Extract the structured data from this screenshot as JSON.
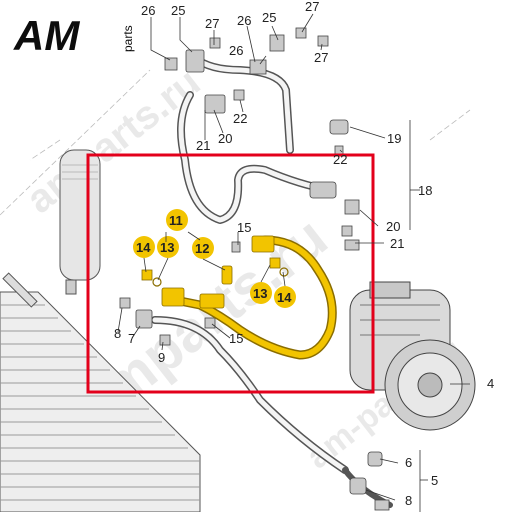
{
  "logo": {
    "brand": "AM",
    "suffix": "parts"
  },
  "watermarks": [
    "amparts.ru",
    "amparts.ru",
    "am-parts.ru"
  ],
  "colors": {
    "highlight_frame": "#e3001b",
    "highlight_part": "#f2c400",
    "hose": "#555555",
    "callout_circle": "#f2c400"
  },
  "callouts_normal": [
    {
      "id": "c26a",
      "text": "26"
    },
    {
      "id": "c25a",
      "text": "25"
    },
    {
      "id": "c27a",
      "text": "27"
    },
    {
      "id": "c26b",
      "text": "26"
    },
    {
      "id": "c25b",
      "text": "25"
    },
    {
      "id": "c26c",
      "text": "26"
    },
    {
      "id": "c27b",
      "text": "27"
    },
    {
      "id": "c27c",
      "text": "27"
    },
    {
      "id": "c22a",
      "text": "22"
    },
    {
      "id": "c20a",
      "text": "20"
    },
    {
      "id": "c21a",
      "text": "21"
    },
    {
      "id": "c19",
      "text": "19"
    },
    {
      "id": "c22b",
      "text": "22"
    },
    {
      "id": "c18",
      "text": "18"
    },
    {
      "id": "c20b",
      "text": "20"
    },
    {
      "id": "c21b",
      "text": "21"
    },
    {
      "id": "c15a",
      "text": "15"
    },
    {
      "id": "c15b",
      "text": "15"
    },
    {
      "id": "c8",
      "text": "8"
    },
    {
      "id": "c7",
      "text": "7"
    },
    {
      "id": "c9",
      "text": "9"
    },
    {
      "id": "c4",
      "text": "4"
    },
    {
      "id": "c6",
      "text": "6"
    },
    {
      "id": "c8b",
      "text": "8"
    },
    {
      "id": "c5",
      "text": "5"
    }
  ],
  "callouts_highlight": [
    {
      "id": "h11",
      "text": "11"
    },
    {
      "id": "h14a",
      "text": "14"
    },
    {
      "id": "h13a",
      "text": "13"
    },
    {
      "id": "h12",
      "text": "12"
    },
    {
      "id": "h13b",
      "text": "13"
    },
    {
      "id": "h14b",
      "text": "14"
    }
  ]
}
